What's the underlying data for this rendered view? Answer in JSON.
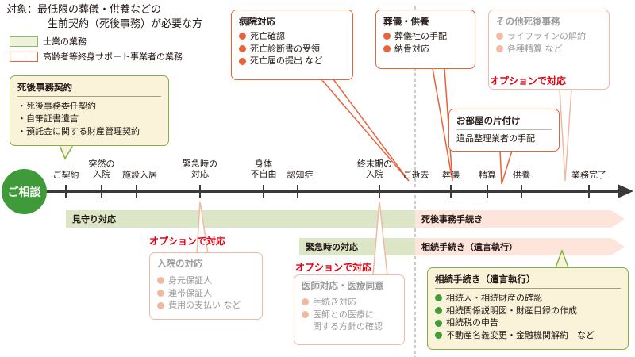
{
  "target": {
    "line1": "対象：最低限の葬儀・供養などの",
    "line2": "生前契約（死後事務）が必要な方"
  },
  "legend": {
    "lawyer": "士業の業務",
    "support": "高齢者等終身サポート事業者の業務"
  },
  "consult_label": "ご相談",
  "colors": {
    "orange": "#e8623a",
    "green_border": "#7cb342",
    "green_fill": "#fbf3d9",
    "band_green": "#dce6c7",
    "band_pink": "#fde5dc",
    "red": "#e60012",
    "faded": "#f2b9a2"
  },
  "boxes": {
    "contract": {
      "title": "死後事務契約",
      "items": [
        "・死後事務委任契約",
        "・自筆証書遺言",
        "・預託金に関する財産管理契約"
      ]
    },
    "hospital": {
      "title": "病院対応",
      "items": [
        "死亡確認",
        "死亡診断書の受領",
        "死亡届の提出 など"
      ]
    },
    "funeral": {
      "title": "葬儀・供養",
      "items": [
        "葬儀社の手配",
        "納骨対応"
      ]
    },
    "other": {
      "title": "その他死後事務",
      "items": [
        "ライフラインの解約",
        "各種精算 など"
      ]
    },
    "room": {
      "title": "お部屋の片付け",
      "text": "遺品整理業者の手配"
    },
    "admission": {
      "title": "入院の対応",
      "items": [
        "身元保証人",
        "連帯保証人",
        "費用の支払い など"
      ]
    },
    "medical": {
      "title": "医師対応・医療同意",
      "items": [
        "手続き対応",
        "医師との医療に",
        "関する方針の確認"
      ]
    },
    "inheritance": {
      "title": "相続手続き（遺言執行）",
      "items": [
        "相続人・相続財産の確認",
        "相続関係説明図・財産目録の作成",
        "相続税の申告",
        "不動産名義変更・金融機関解約　など"
      ]
    }
  },
  "option_labels": {
    "top": "オプションで対応",
    "mid": "オプションで対応",
    "low": "オプションで対応"
  },
  "timeline": {
    "contract": "ご契約",
    "sudden_admission": [
      "突然の",
      "入院"
    ],
    "facility": "施設入居",
    "emergency": [
      "緊急時の",
      "対応"
    ],
    "disabled": [
      "身体",
      "不自由"
    ],
    "dementia": "認知症",
    "terminal": [
      "終末期の",
      "入院"
    ],
    "death": "ご逝去",
    "funeral": "葬儀",
    "settlement": "精算",
    "memorial": "供養",
    "complete": "業務完了"
  },
  "bands": {
    "watch": "見守り対応",
    "post_death": "死後事務手続き",
    "emergency": "緊急時の対応",
    "inheritance": "相続手続き（遺言執行）"
  }
}
